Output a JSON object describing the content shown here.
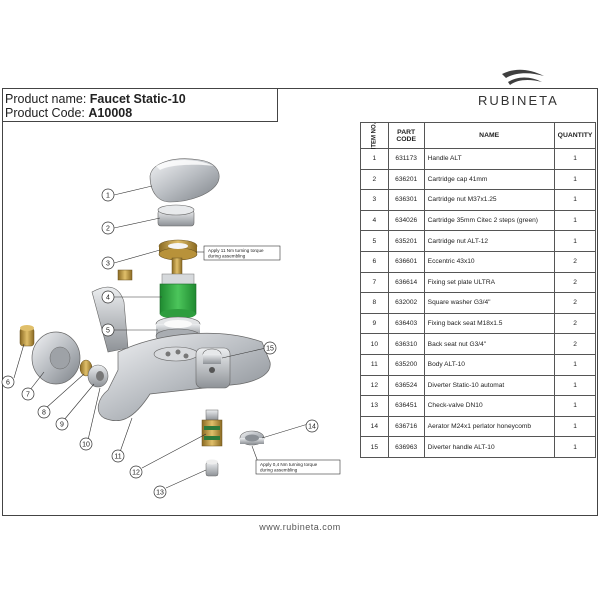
{
  "header": {
    "name_label": "Product name:",
    "name_value": "Faucet Static-10",
    "code_label": "Product Code:",
    "code_value": "A10008"
  },
  "brand": {
    "name": "RUBINETA",
    "logo_icon": "rubineta-wave-logo",
    "color": "#4a4a4a"
  },
  "table": {
    "headers": {
      "no": "ITEM NO.",
      "code": "PART CODE",
      "name": "NAME",
      "qty": "QUANTITY"
    },
    "rows": [
      {
        "no": "1",
        "code": "631173",
        "name": "Handle ALT",
        "qty": "1"
      },
      {
        "no": "2",
        "code": "636201",
        "name": "Cartridge cap 41mm",
        "qty": "1"
      },
      {
        "no": "3",
        "code": "636301",
        "name": "Cartridge nut M37x1.25",
        "qty": "1"
      },
      {
        "no": "4",
        "code": "634026",
        "name": "Cartridge 35mm Citec 2 steps (green)",
        "qty": "1"
      },
      {
        "no": "5",
        "code": "635201",
        "name": "Cartridge nut ALT-12",
        "qty": "1"
      },
      {
        "no": "6",
        "code": "636601",
        "name": "Eccentric 43x10",
        "qty": "2"
      },
      {
        "no": "7",
        "code": "636614",
        "name": "Fixing set plate ULTRA",
        "qty": "2"
      },
      {
        "no": "8",
        "code": "632002",
        "name": "Square washer G3/4\"",
        "qty": "2"
      },
      {
        "no": "9",
        "code": "636403",
        "name": "Fixing back seat M18x1.5",
        "qty": "2"
      },
      {
        "no": "10",
        "code": "636310",
        "name": "Back seat nut G3/4\"",
        "qty": "2"
      },
      {
        "no": "11",
        "code": "635200",
        "name": "Body ALT-10",
        "qty": "1"
      },
      {
        "no": "12",
        "code": "636524",
        "name": "Diverter Static-10 automat",
        "qty": "1"
      },
      {
        "no": "13",
        "code": "636451",
        "name": "Check-valve DN10",
        "qty": "1"
      },
      {
        "no": "14",
        "code": "636716",
        "name": "Aerator M24x1 perlator honeycomb",
        "qty": "1"
      },
      {
        "no": "15",
        "code": "636963",
        "name": "Diverter handle ALT-10",
        "qty": "1"
      }
    ]
  },
  "diagram": {
    "callouts": [
      "1",
      "2",
      "3",
      "4",
      "5",
      "6",
      "7",
      "8",
      "9",
      "10",
      "11",
      "12",
      "13",
      "14",
      "15"
    ],
    "notes": {
      "torque_cartridge": "Apply 11 Nm turning torque during assembling",
      "torque_aerator": "Apply 0,4 Nm turning torque during assembling"
    },
    "colors": {
      "chrome": "#c9ccd0",
      "cartridge_green": "#39b54a",
      "brass": "#c8a24a"
    }
  },
  "footer": {
    "website": "www.rubineta.com"
  }
}
